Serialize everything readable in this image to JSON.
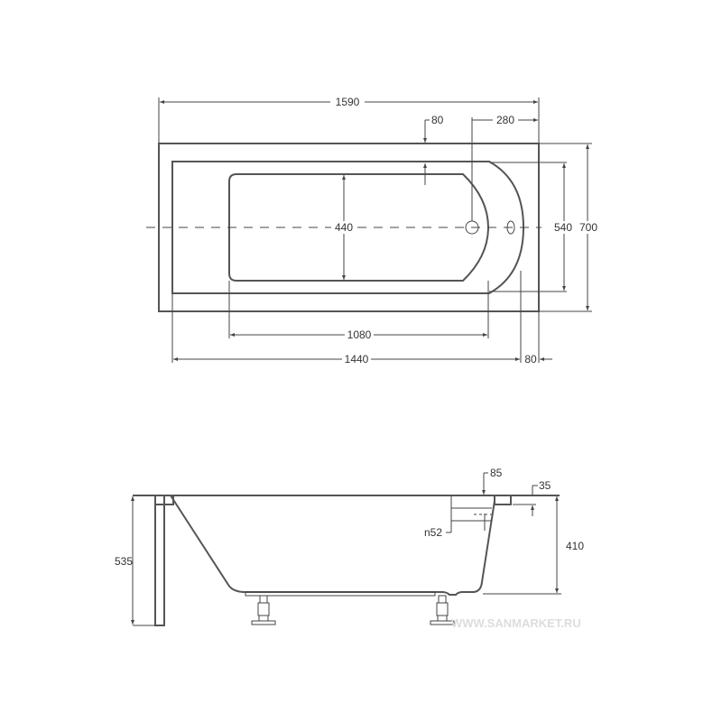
{
  "top_view": {
    "overall_length": "1590",
    "overall_width": "700",
    "inner_width": "540",
    "basin_width": "440",
    "basin_length": "1080",
    "inner_length": "1440",
    "rim_end": "80",
    "rim_side": "80",
    "drain_offset": "280"
  },
  "side_view": {
    "total_height": "535",
    "depth": "410",
    "overflow_offset": "85",
    "rim_thickness": "35",
    "overflow_diameter": "n52"
  },
  "watermark": "WWW.SANMARKET.RU"
}
